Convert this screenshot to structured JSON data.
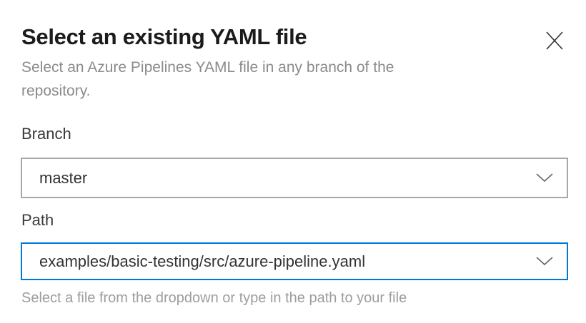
{
  "dialog": {
    "title": "Select an existing YAML file",
    "subtitle": "Select an Azure Pipelines YAML file in any branch of the repository.",
    "icons": {
      "close": "close-x",
      "branch_dropdown": "chevron-down",
      "path_dropdown": "chevron-down"
    }
  },
  "form": {
    "branch": {
      "label": "Branch",
      "value": "master"
    },
    "path": {
      "label": "Path",
      "value": "examples/basic-testing/src/azure-pipeline.yaml",
      "helper": "Select a file from the dropdown or type in the path to your file"
    }
  },
  "colors": {
    "focus_border": "#0078d4",
    "field_border": "#a7a7a7",
    "title_text": "#1b1b1b",
    "body_text": "#333333",
    "muted_text": "#8b8b8b",
    "helper_text": "#9d9d9d",
    "chevron": "#666666",
    "close_icon": "#2e2e2e",
    "background": "#ffffff"
  }
}
